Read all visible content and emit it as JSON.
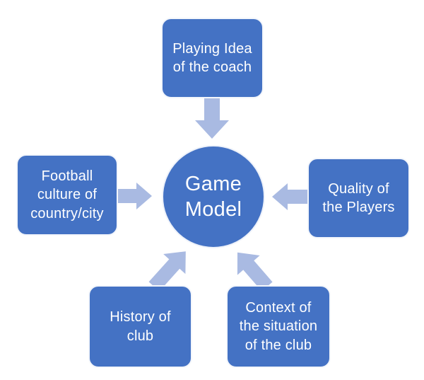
{
  "diagram": {
    "title": "Game Model influences diagram",
    "center": {
      "label": "Game\nModel"
    },
    "nodes": {
      "top": {
        "label": "Playing Idea\nof the coach"
      },
      "left": {
        "label": "Football\nculture of\ncountry/city"
      },
      "right": {
        "label": "Quality of\nthe Players"
      },
      "bottom_left": {
        "label": "History of\nclub"
      },
      "bottom_right": {
        "label": "Context of\nthe situation\nof the club"
      }
    },
    "arrows": {
      "description": "five block arrows pointing from each outer node toward the center circle"
    },
    "colors": {
      "node_fill": "#4472c4",
      "node_text": "#ffffff",
      "node_border": "#f3f6fb",
      "arrow_fill": "#a9bae2"
    }
  }
}
